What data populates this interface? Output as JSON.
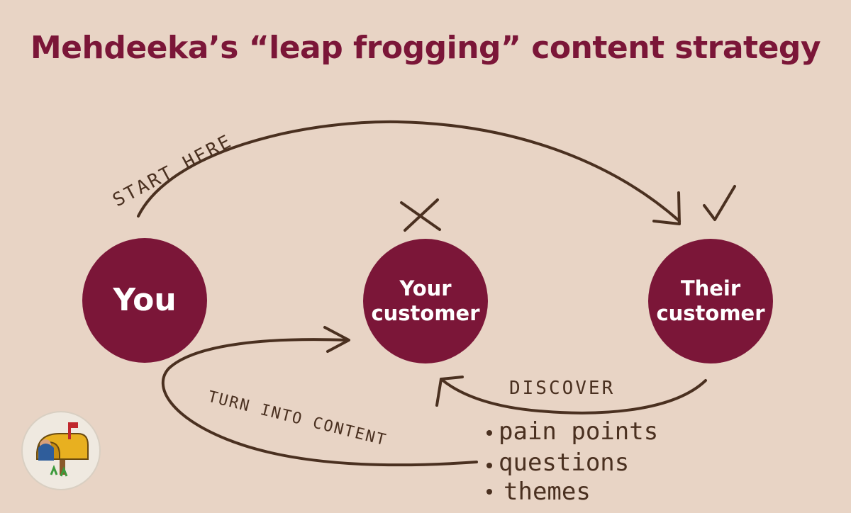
{
  "title": "Mehdeeka’s “leap frogging” content strategy",
  "nodes": {
    "you": "You",
    "your_customer": [
      "Your",
      "customer"
    ],
    "their_customer": [
      "Their",
      "customer"
    ]
  },
  "annotations": {
    "start_here": "START HERE",
    "discover": "DISCOVER",
    "turn_into_content": "TURN INTO CONTENT",
    "list": [
      "pain points",
      "questions",
      "themes"
    ]
  },
  "marks": {
    "your_customer": "cross-icon",
    "their_customer": "check-icon"
  },
  "colors": {
    "background": "#e8d4c5",
    "accent": "#7b1638",
    "ink": "#4a3020"
  }
}
